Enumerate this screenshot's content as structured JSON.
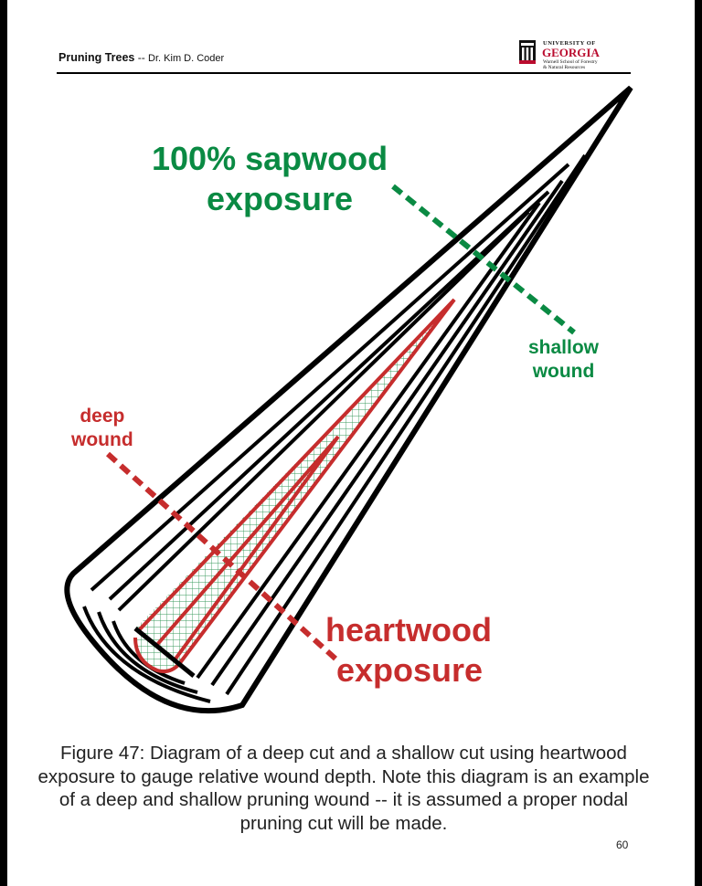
{
  "header": {
    "title": "Pruning Trees",
    "separator": "--",
    "author": "Dr. Kim D. Coder",
    "logo": {
      "line1": "UNIVERSITY OF",
      "line2": "GEORGIA",
      "line3": "Warnell School of Forestry",
      "line4": "& Natural Resources"
    }
  },
  "diagram": {
    "label_sapwood_line1": "100% sapwood",
    "label_sapwood_line2": "exposure",
    "label_shallow_line1": "shallow",
    "label_shallow_line2": "wound",
    "label_deep_line1": "deep",
    "label_deep_line2": "wound",
    "label_heartwood_line1": "heartwood",
    "label_heartwood_line2": "exposure",
    "colors": {
      "green": "#0a8a43",
      "red": "#c62d2d",
      "outline": "#000000"
    }
  },
  "caption": "Figure 47:  Diagram of a deep cut and a shallow cut using heartwood exposure to gauge relative wound depth.  Note this diagram is an example of a deep and shallow pruning wound -- it is assumed a proper nodal pruning cut will be made.",
  "page_number": "60"
}
